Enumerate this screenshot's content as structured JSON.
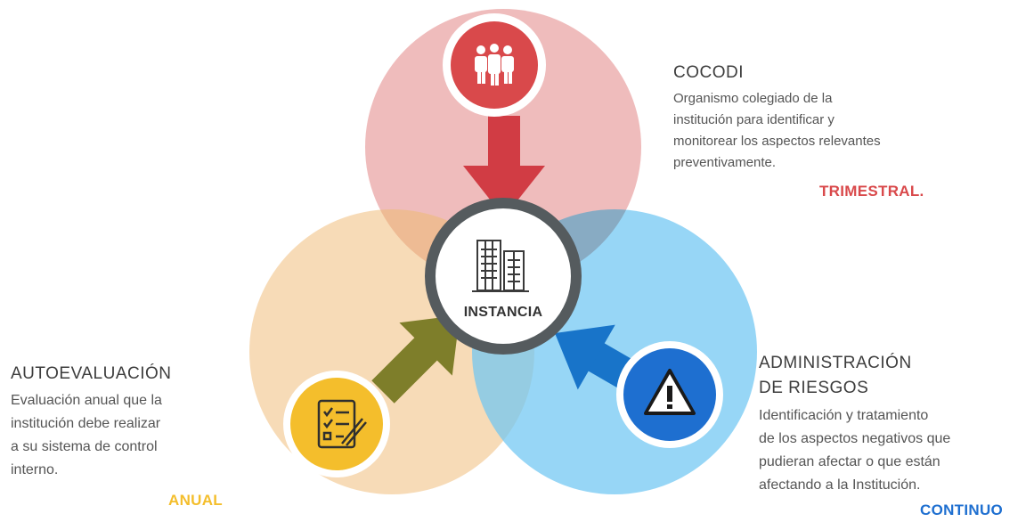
{
  "center": {
    "label": "INSTANCIA",
    "icon": "buildings-icon"
  },
  "cocodi": {
    "title": "COCODI",
    "description": "Organismo colegiado de la institución para identificar y monitorear los aspectos relevantes preventivamente.",
    "lines": [
      "Organismo colegiado de la",
      "institución para identificar y",
      "monitorear los aspectos relevantes",
      "preventivamente."
    ],
    "frequency": "TRIMESTRAL.",
    "icon": "people-group-icon",
    "color": "#d9494b",
    "circle_color": "#efb3b3"
  },
  "autoevaluacion": {
    "title": "AUTOEVALUACIÓN",
    "lines": [
      "Evaluación anual que la",
      "institución debe realizar",
      "a su sistema de control",
      "interno."
    ],
    "frequency": "ANUAL",
    "icon": "checklist-icon",
    "color": "#f4be2c",
    "circle_color": "#f6d8ad",
    "arrow_color": "#7e7e2a"
  },
  "riesgos": {
    "title_lines": [
      "ADMINISTRACIÓN",
      "DE RIESGOS"
    ],
    "lines": [
      "Identificación y tratamiento",
      "de los aspectos negativos que",
      "pudieran afectar o que están",
      "afectando a la Institución."
    ],
    "frequency": "CONTINUO",
    "icon": "warning-triangle-icon",
    "color": "#1e6fd0",
    "circle_color": "#8fd0f5",
    "arrow_color": "#1874c9"
  }
}
